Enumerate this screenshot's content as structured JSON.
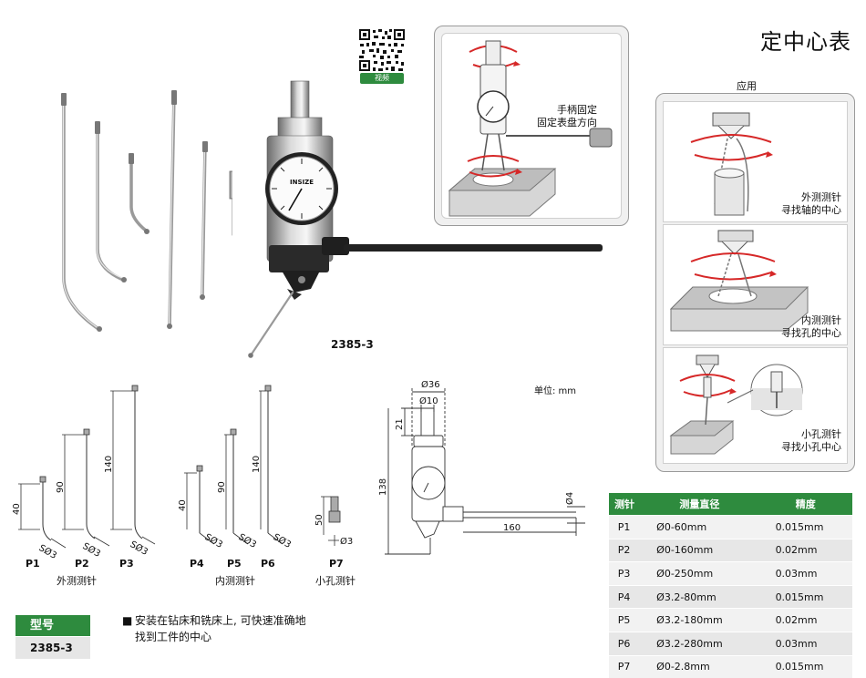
{
  "title": "定中心表",
  "qr_label": "视频",
  "model_number": "2385-3",
  "application": {
    "heading": "应用",
    "top_caption": [
      "手柄固定",
      "固定表盘方向"
    ],
    "cases": [
      {
        "line1": "外测测针",
        "line2": "寻找轴的中心"
      },
      {
        "line1": "内测测针",
        "line2": "寻找孔的中心"
      },
      {
        "line1": "小孔测针",
        "line2": "寻找小孔中心"
      }
    ]
  },
  "unit": "单位: mm",
  "dimensions": {
    "d36": "Ø36",
    "d10": "Ø10",
    "h21": "21",
    "h138": "138",
    "d4": "Ø4",
    "l160": "160"
  },
  "probes": {
    "outer": {
      "group": "外测测针",
      "items": [
        {
          "id": "P1",
          "len": "40",
          "tip": "SØ3"
        },
        {
          "id": "P2",
          "len": "90",
          "tip": "SØ3"
        },
        {
          "id": "P3",
          "len": "140",
          "tip": "SØ3"
        }
      ]
    },
    "inner": {
      "group": "内测测针",
      "items": [
        {
          "id": "P4",
          "len": "40",
          "tip": "SØ3"
        },
        {
          "id": "P5",
          "len": "90",
          "tip": "SØ3"
        },
        {
          "id": "P6",
          "len": "140",
          "tip": "SØ3"
        }
      ]
    },
    "small": {
      "group": "小孔测针",
      "items": [
        {
          "id": "P7",
          "len": "50",
          "tip": "Ø3"
        }
      ]
    }
  },
  "model_box": {
    "label": "型号",
    "value": "2385-3"
  },
  "description": "安装在钻床和铣床上, 可快速准确地找到工件的中心",
  "spec_table": {
    "headers": [
      "测针",
      "测量直径",
      "精度"
    ],
    "rows": [
      [
        "P1",
        "Ø0-60mm",
        "0.015mm"
      ],
      [
        "P2",
        "Ø0-160mm",
        "0.02mm"
      ],
      [
        "P3",
        "Ø0-250mm",
        "0.03mm"
      ],
      [
        "P4",
        "Ø3.2-80mm",
        "0.015mm"
      ],
      [
        "P5",
        "Ø3.2-180mm",
        "0.02mm"
      ],
      [
        "P6",
        "Ø3.2-280mm",
        "0.03mm"
      ],
      [
        "P7",
        "Ø0-2.8mm",
        "0.015mm"
      ]
    ]
  },
  "dial_brand": "INSIZE",
  "colors": {
    "accent_green": "#2e8b3e",
    "arrow_red": "#d62828"
  }
}
